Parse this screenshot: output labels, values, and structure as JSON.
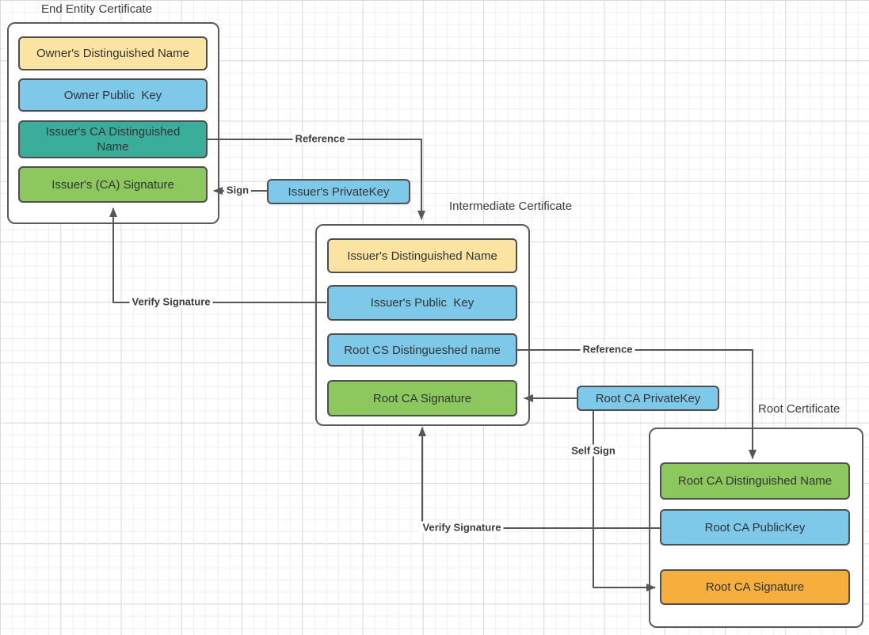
{
  "colors": {
    "yellow": "#FBE3A1",
    "blue": "#7EC9EA",
    "teal": "#3BAE9B",
    "green": "#8CC85E",
    "orange": "#F6AE3D",
    "line": "#565656",
    "outer_border": "#5B5B5B",
    "field_border": "#4E4E4E"
  },
  "certificates": {
    "end_entity": {
      "title": "End Entity Certificate",
      "fields": [
        {
          "label": "Owner's Distinguished Name",
          "color": "yellow"
        },
        {
          "label": "Owner Public  Key",
          "color": "blue"
        },
        {
          "label": "Issuer's CA Distinguished Name",
          "color": "teal"
        },
        {
          "label": "Issuer's (CA) Signature",
          "color": "green"
        }
      ]
    },
    "intermediate": {
      "title": "Intermediate Certificate",
      "fields": [
        {
          "label": "Issuer's Distinguished Name",
          "color": "yellow"
        },
        {
          "label": "Issuer's Public  Key",
          "color": "blue"
        },
        {
          "label": "Root CS Distingueshed name",
          "color": "blue"
        },
        {
          "label": "Root CA Signature",
          "color": "green"
        }
      ]
    },
    "root": {
      "title": "Root Certificate",
      "fields": [
        {
          "label": "Root CA Distinguished Name",
          "color": "green"
        },
        {
          "label": "Root CA PublicKey",
          "color": "blue"
        },
        {
          "label": "Root CA Signature",
          "color": "orange"
        }
      ]
    }
  },
  "keys": {
    "issuer_private_key": "Issuer's PrivateKey",
    "root_ca_private_key": "Root CA PrivateKey"
  },
  "edge_labels": {
    "reference_1": "Reference",
    "sign": "Sign",
    "verify_signature_1": "Verify Signature",
    "reference_2": "Reference",
    "self_sign": "Self Sign",
    "verify_signature_2": "Verify Signature"
  }
}
